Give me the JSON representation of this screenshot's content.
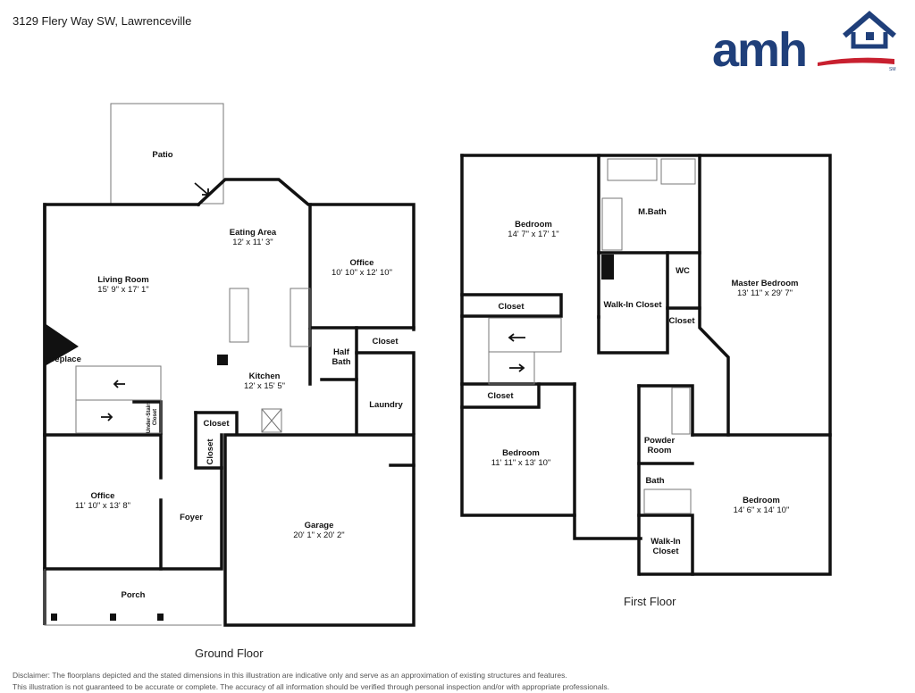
{
  "header": {
    "address": "3129 Flery Way SW, Lawrenceville",
    "logo_text": "amh",
    "logo_mark": "SM",
    "brand_color": "#1f3f7a",
    "accent_color": "#c8202f"
  },
  "ground_floor": {
    "caption": "Ground Floor",
    "rooms": {
      "patio": {
        "name": "Patio"
      },
      "eating_area": {
        "name": "Eating Area",
        "dims": "12' x 11' 3\""
      },
      "living_room": {
        "name": "Living Room",
        "dims": "15' 9\" x 17' 1\""
      },
      "office_upper": {
        "name": "Office",
        "dims": "10' 10\" x 12' 10\""
      },
      "fireplace": {
        "name": "Fireplace"
      },
      "half_bath": {
        "name_line1": "Half",
        "name_line2": "Bath"
      },
      "closet_right": {
        "name": "Closet"
      },
      "kitchen": {
        "name": "Kitchen",
        "dims": "12' x 15' 5\""
      },
      "laundry": {
        "name": "Laundry"
      },
      "under_stairs": {
        "name_line1": "Under-Stairs",
        "name_line2": "Closet"
      },
      "closet_mid": {
        "name": "Closet"
      },
      "closet_vertical": {
        "name": "Closet"
      },
      "office_lower": {
        "name": "Office",
        "dims": "11' 10\" x 13' 8\""
      },
      "foyer": {
        "name": "Foyer"
      },
      "garage": {
        "name": "Garage",
        "dims": "20' 1\" x 20' 2\""
      },
      "porch": {
        "name": "Porch"
      }
    }
  },
  "first_floor": {
    "caption": "First Floor",
    "rooms": {
      "bedroom_1": {
        "name": "Bedroom",
        "dims": "14' 7\" x 17' 1\""
      },
      "m_bath": {
        "name": "M.Bath"
      },
      "wc": {
        "name": "WC"
      },
      "master_bedroom": {
        "name": "Master Bedroom",
        "dims": "13' 11\" x 29' 7\""
      },
      "closet_a": {
        "name": "Closet"
      },
      "walk_in_closet_a": {
        "name": "Walk-In Closet"
      },
      "closet_b": {
        "name": "Closet"
      },
      "closet_c": {
        "name": "Closet"
      },
      "bedroom_2": {
        "name": "Bedroom",
        "dims": "11' 11\" x 13' 10\""
      },
      "powder_room": {
        "name_line1": "Powder",
        "name_line2": "Room"
      },
      "bath": {
        "name": "Bath"
      },
      "bedroom_3": {
        "name": "Bedroom",
        "dims": "14' 6\" x 14' 10\""
      },
      "walk_in_closet_b": {
        "name_line1": "Walk-In",
        "name_line2": "Closet"
      }
    }
  },
  "disclaimer": {
    "line1": "Disclaimer: The floorplans depicted and the stated dimensions in this illustration are indicative only and serve as an approximation of existing structures and features.",
    "line2": "This illustration is not guaranteed to be accurate or complete. The accuracy of all information should be verified through personal inspection and/or with appropriate professionals."
  }
}
